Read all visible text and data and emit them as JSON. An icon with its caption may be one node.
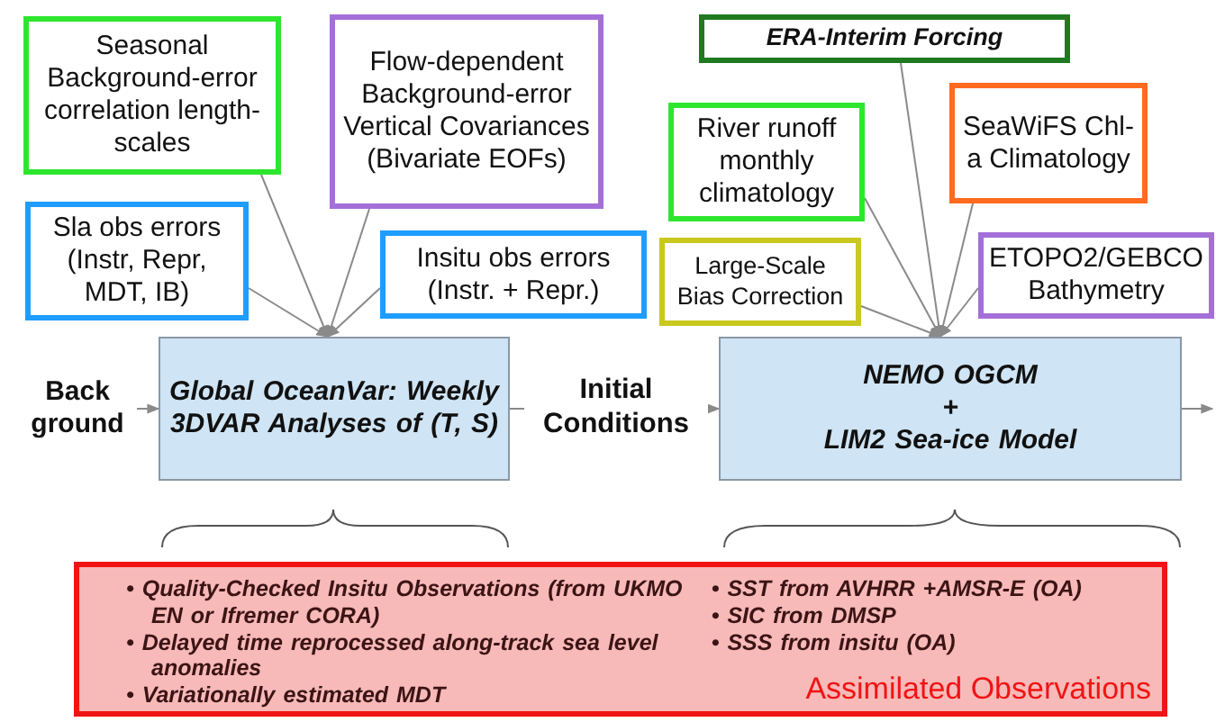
{
  "diagram": {
    "nodes": [
      {
        "text": [
          "Seasonal Background-error correlation length-scales"
        ]
      },
      {
        "text": [
          "Flow-dependent Background-error Vertical Covariances (Bivariate EOFs)"
        ]
      },
      {
        "text": [
          "Sla obs errors (Instr, Repr, MDT, IB)"
        ]
      },
      {
        "text": [
          "Insitu obs errors (Instr. + Repr.)"
        ]
      },
      {
        "text": [
          "Global OceanVar: Weekly 3DVAR Analyses of (T, S)"
        ]
      },
      {
        "text": [
          "ERA-Interim Forcing"
        ]
      },
      {
        "text": [
          "River runoff monthly climatology"
        ]
      },
      {
        "text": [
          "SeaWiFS Chl-a Climatology"
        ]
      },
      {
        "text": [
          "Large-Scale Bias Correction"
        ]
      },
      {
        "text": [
          "ETOPO2/GEBCO Bathymetry"
        ]
      },
      {
        "text": [
          "NEMO OGCM",
          "+",
          "LIM2 Sea-ice Model"
        ]
      },
      {
        "text": [
          "Back ground"
        ]
      },
      {
        "text": [
          "• Quality-Checked Insitu Observations (from UKMO EN or Ifremer CORA)",
          "• Delayed time reprocessed along-track sea level anomalies",
          "• Variationally estimated MDT",
          "• SST from AVHRR +AMSR-E (OA)",
          "• SIC from DMSP",
          "• SSS from insitu (OA)",
          "Assimilated Observations"
        ]
      }
    ],
    "edges": [
      {
        "from": 0,
        "to": 4,
        "arrow": "to"
      },
      {
        "from": 1,
        "to": 4,
        "arrow": "to"
      },
      {
        "from": 2,
        "to": 4,
        "arrow": "to"
      },
      {
        "from": 3,
        "to": 4,
        "arrow": "to"
      },
      {
        "from": 5,
        "to": 10,
        "arrow": "to"
      },
      {
        "from": 6,
        "to": 10,
        "arrow": "to"
      },
      {
        "from": 7,
        "to": 10,
        "arrow": "to"
      },
      {
        "from": 8,
        "to": 10,
        "arrow": "to"
      },
      {
        "from": 9,
        "to": 10,
        "arrow": "to"
      },
      {
        "from": 11,
        "to": 4,
        "arrow": "to"
      },
      {
        "from": 4,
        "to": 10,
        "arrow": "to",
        "label": "Initial Conditions"
      },
      {
        "from": 10,
        "to": null,
        "arrow": "to"
      }
    ]
  }
}
